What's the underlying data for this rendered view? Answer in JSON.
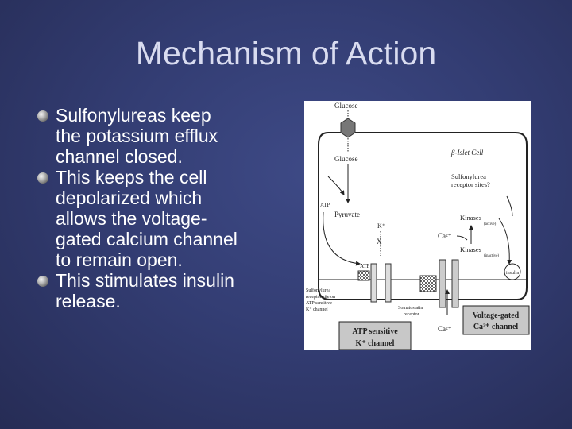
{
  "slide": {
    "title": "Mechanism of Action",
    "bullets": [
      {
        "lines": [
          "Sulfonylureas keep",
          "the potassium efflux",
          "channel closed."
        ]
      },
      {
        "lines": [
          "This keeps the cell",
          "depolarized which",
          "allows the voltage-",
          "gated calcium channel",
          "to remain open."
        ]
      },
      {
        "lines": [
          "This stimulates insulin",
          "release."
        ]
      }
    ]
  },
  "figure": {
    "glucose_top": "Glucose",
    "glucose_inner": "Glucose",
    "cell_label": "β-Islet Cell",
    "sulfonylurea_sites": "Sulfonylurea",
    "sulfonylurea_sites_2": "receptor sites?",
    "atp": "ATP",
    "pyruvate": "Pyruvate",
    "k_plus": "K⁺",
    "ca_in": "Ca²⁺",
    "kinases_active": "Kinases",
    "kinases_active_sub": "(active)",
    "kinases_inactive": "Kinases",
    "kinases_inactive_sub": "(inactive)",
    "atp_channel_top": "ATP",
    "insulin": "insulin",
    "sfu_label_1": "Sulfonylurea",
    "sfu_label_2": "receptor site on",
    "sfu_label_3": "ATP sensitive",
    "sfu_label_4": "K⁺ channel",
    "somatostatin_1": "Somatostatin",
    "somatostatin_2": "receptor",
    "ca_out": "Ca²⁺",
    "vg_box_1": "Voltage-gated",
    "vg_box_2": "Ca²⁺ channel",
    "atp_box_1": "ATP sensitive",
    "atp_box_2": "K⁺ channel"
  }
}
